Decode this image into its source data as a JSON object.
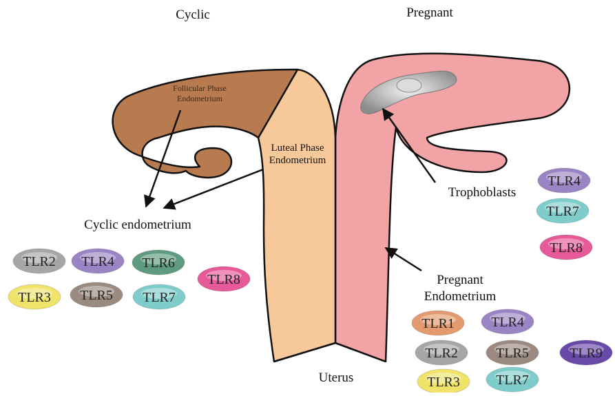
{
  "titles": {
    "cyclic": "Cyclic",
    "pregnant": "Pregnant"
  },
  "labels": {
    "follicular_line1": "Follicular Phase",
    "follicular_line2": "Endometrium",
    "luteal_line1": "Luteal Phase",
    "luteal_line2": "Endometrium",
    "cyclic_endometrium": "Cyclic endometrium",
    "trophoblasts": "Trophoblasts",
    "pregnant_line1": "Pregnant",
    "pregnant_line2": "Endometrium",
    "uterus": "Uterus"
  },
  "colors": {
    "follicular": "#b87a4f",
    "luteal": "#f7c89a",
    "pregnant": "#f2a3a6",
    "trophoblast": "#b8b8b8"
  },
  "cyclic_tlrs": [
    {
      "label": "TLR2",
      "color": "#a6a6a6"
    },
    {
      "label": "TLR4",
      "color": "#9b84c4"
    },
    {
      "label": "TLR6",
      "color": "#5f9b80"
    },
    {
      "label": "TLR3",
      "color": "#f0e36a"
    },
    {
      "label": "TLR5",
      "color": "#9a8a80"
    },
    {
      "label": "TLR7",
      "color": "#7fcdcb"
    },
    {
      "label": "TLR8",
      "color": "#e75a9a"
    }
  ],
  "trophoblast_tlrs": [
    {
      "label": "TLR4",
      "color": "#9b84c4"
    },
    {
      "label": "TLR7",
      "color": "#7fcdcb"
    },
    {
      "label": "TLR8",
      "color": "#e75a9a"
    }
  ],
  "pregnant_tlrs": [
    {
      "label": "TLR1",
      "color": "#e39a6e"
    },
    {
      "label": "TLR4",
      "color": "#9b84c4"
    },
    {
      "label": "TLR2",
      "color": "#a6a6a6"
    },
    {
      "label": "TLR5",
      "color": "#9a8a80"
    },
    {
      "label": "TLR9",
      "color": "#6a4aa8"
    },
    {
      "label": "TLR3",
      "color": "#f0e36a"
    },
    {
      "label": "TLR7",
      "color": "#7fcdcb"
    }
  ]
}
